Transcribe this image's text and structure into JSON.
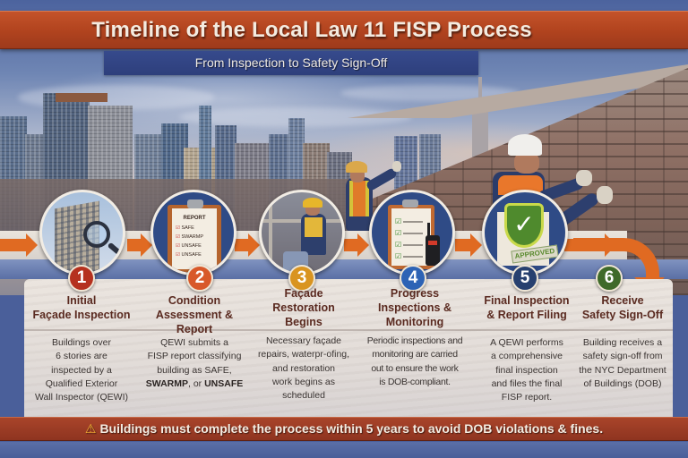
{
  "header": {
    "title": "Timeline of the Local Law 11 FISP Process",
    "subtitle": "From Inspection to Safety Sign-Off"
  },
  "colors": {
    "title_band": "#b2441f",
    "subtitle_band": "#2e3f7c",
    "arrow": "#e06a22",
    "panel": "#e6e0da",
    "heading_text": "#5a2a20",
    "warning_band": "#9a3b24"
  },
  "steps": [
    {
      "number": "1",
      "badge_color": "#b5311f",
      "icon": "magnifying-glass-over-building-icon",
      "title_line1": "Initial",
      "title_line2": "Façade Inspection",
      "title_line3": "",
      "body": [
        "Buildings over",
        "6 stories are",
        "inspected by a",
        "Qualified Exterior",
        "Wall Inspector (QEWI)"
      ]
    },
    {
      "number": "2",
      "badge_color": "#d8592a",
      "icon": "report-clipboard-icon",
      "clipboard": {
        "heading": "REPORT",
        "items": [
          "SAFE",
          "SWARMP",
          "UNSAFE",
          "UNSAFE"
        ]
      },
      "title_line1": "Condition",
      "title_line2": "Assessment & Report",
      "title_line3": "",
      "body_lines": [
        "QEWI submits a",
        "FISP report classifying",
        "building as SAFE,"
      ],
      "body_bold1": "SWARMP",
      "body_mid": ", or ",
      "body_bold2": "UNSAFE"
    },
    {
      "number": "3",
      "badge_color": "#d99420",
      "icon": "worker-on-scaffold-icon",
      "title_line1": "Façade",
      "title_line2": "Restoration",
      "title_line3": "Begins",
      "body": [
        "Necessary façade",
        "repairs, waterpr-ofing,",
        "and restoration",
        "work begins as",
        "scheduled"
      ]
    },
    {
      "number": "4",
      "badge_color": "#2d63b5",
      "icon": "checklist-and-radio-icon",
      "title_line1": "Progress",
      "title_line2": "Inspections &",
      "title_line3": "Monitoring",
      "body": [
        "Periodic inspections and",
        "monitoring are carried",
        "out to ensure the work",
        "is DOB-compliant."
      ]
    },
    {
      "number": "5",
      "badge_color": "#27406f",
      "icon": "approved-shield-check-icon",
      "stamp": "APPROVED",
      "title_line1": "Final Inspection",
      "title_line2": "& Report Filing",
      "title_line3": "",
      "body": [
        "A QEWI performs",
        "a comprehensive",
        "final inspection",
        "and files the final",
        "FISP report."
      ]
    },
    {
      "number": "6",
      "badge_color": "#3f6a2a",
      "icon": "curved-arrow-icon",
      "title_line1": "Receive",
      "title_line2": "Safety Sign-Off",
      "title_line3": "",
      "body": [
        "Building receives a",
        "safety sign-off from",
        "the NYC Department",
        "of Buildings (DOB)"
      ]
    }
  ],
  "footer": {
    "warning_icon": "warning-triangle-icon",
    "warning_text": "Buildings must complete the process within 5 years to avoid DOB violations & fines."
  }
}
